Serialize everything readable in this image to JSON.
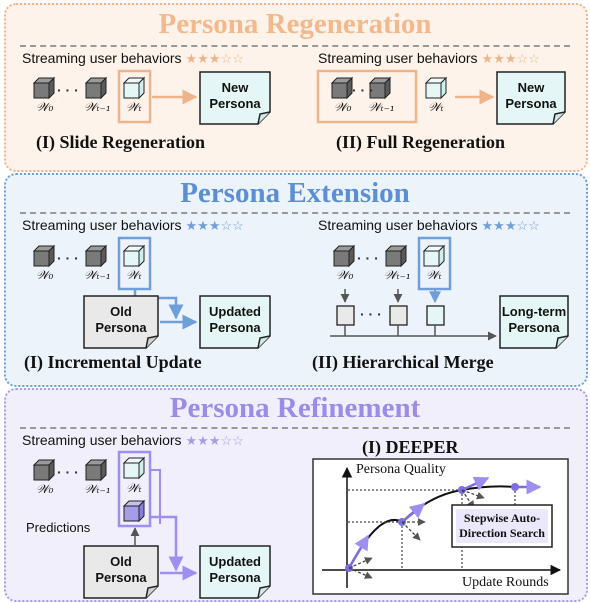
{
  "colors": {
    "orange": "#f0b48a",
    "orange_text": "#f3b98c",
    "blue": "#6f9edb",
    "blue_text": "#5a8fd6",
    "purple": "#a79ce6",
    "purple_text": "#9b8ce8",
    "teal_fill": "#e4f7f6"
  },
  "sections": {
    "regeneration": {
      "title": "Persona Regeneration",
      "left": {
        "stream": "Streaming user behaviors",
        "stars": "★★★☆☆",
        "caption": "(I) Slide Regeneration",
        "doc": [
          "New",
          "Persona"
        ]
      },
      "right": {
        "stream": "Streaming user behaviors",
        "stars": "★★★☆☆",
        "caption": "(II) Full Regeneration",
        "doc": [
          "New",
          "Persona"
        ]
      }
    },
    "extension": {
      "title": "Persona Extension",
      "left": {
        "stream": "Streaming user behaviors",
        "stars": "★★★☆☆",
        "caption": "(I) Incremental Update",
        "old_doc": [
          "Old",
          "Persona"
        ],
        "new_doc": [
          "Updated",
          "Persona"
        ]
      },
      "right": {
        "stream": "Streaming user behaviors",
        "stars": "★★★☆☆",
        "caption": "(II) Hierarchical Merge",
        "doc": [
          "Long-term",
          "Persona"
        ]
      }
    },
    "refinement": {
      "title": "Persona Refinement",
      "left": {
        "stream": "Streaming user behaviors",
        "stars": "★★★☆☆",
        "predictions": "Predictions",
        "old_doc": [
          "Old",
          "Persona"
        ],
        "new_doc": [
          "Updated",
          "Persona"
        ]
      },
      "right": {
        "caption": "(I) DEEPER",
        "y_axis": "Persona Quality",
        "x_axis": "Update Rounds",
        "search_box": [
          "Stepwise Auto-",
          "Direction Search"
        ]
      }
    }
  },
  "labels": {
    "w0": "𝒲₀",
    "wt1": "𝒲ₜ₋₁",
    "wt": "𝒲ₜ",
    "dots": "· · ·"
  }
}
